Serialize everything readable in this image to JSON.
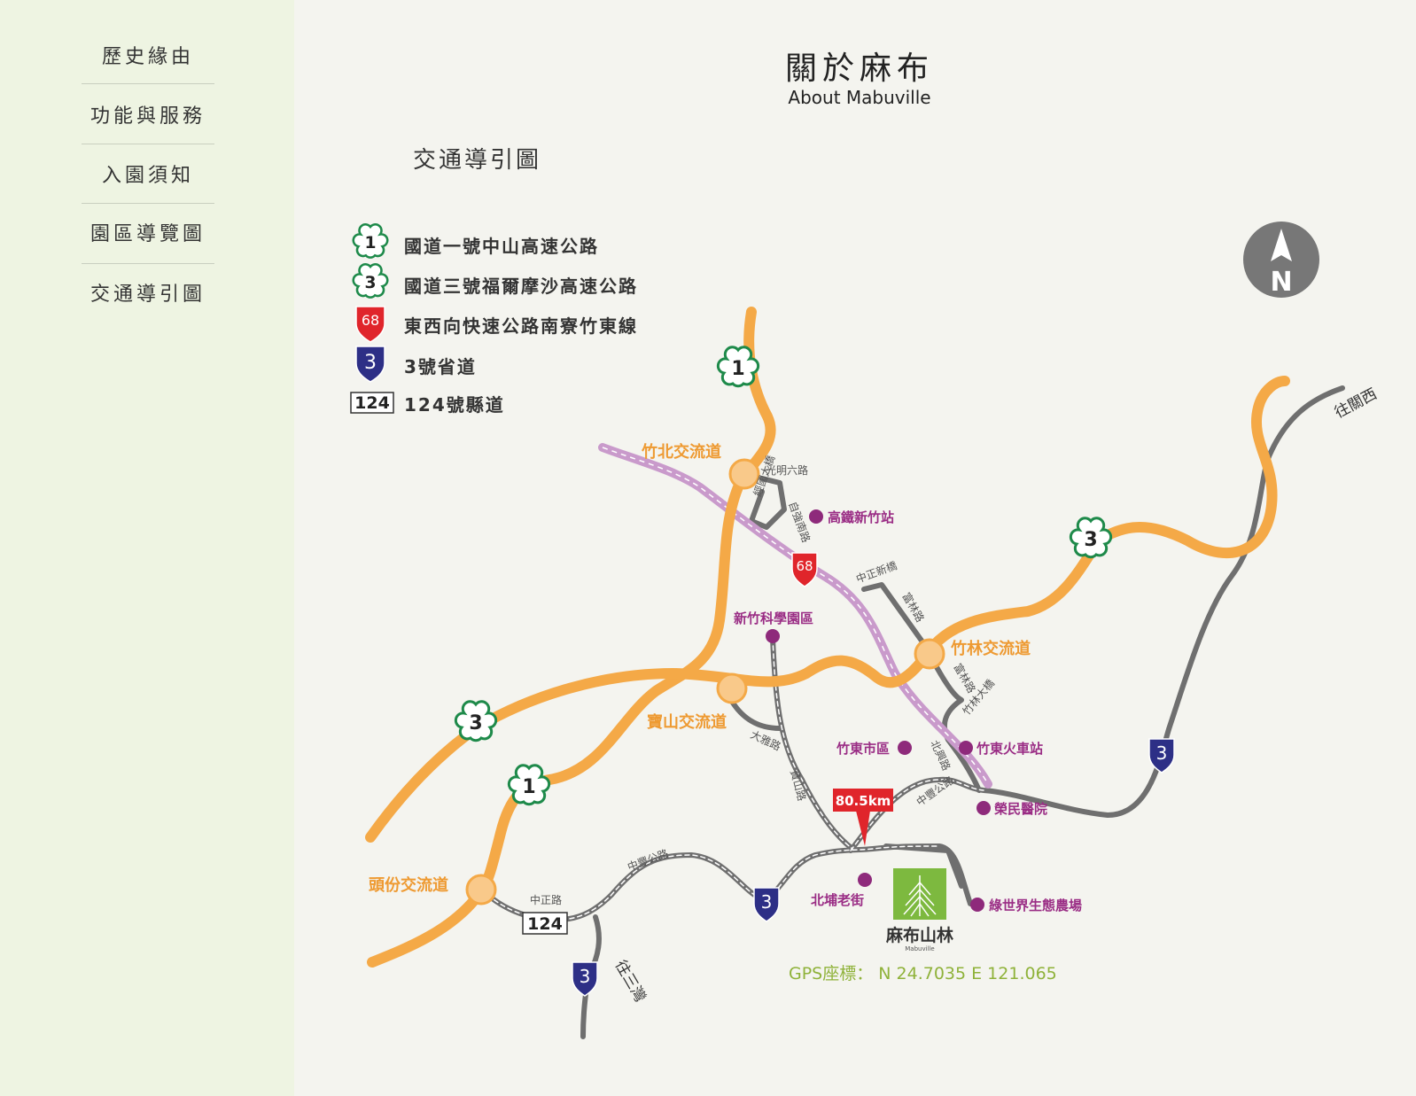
{
  "sidebar": {
    "items": [
      {
        "label": "歷史緣由"
      },
      {
        "label": "功能與服務"
      },
      {
        "label": "入園須知"
      },
      {
        "label": "園區導覽圖"
      },
      {
        "label": "交通導引圖"
      }
    ]
  },
  "header": {
    "title": "關於麻布",
    "subtitle": "About Mabuville"
  },
  "section_title": "交通導引圖",
  "legend": [
    {
      "badge": "1",
      "label": "國道一號中山高速公路"
    },
    {
      "badge": "3",
      "label": "國道三號福爾摩沙高速公路"
    },
    {
      "badge": "68",
      "label": "東西向快速公路南寮竹東線"
    },
    {
      "badge": "3",
      "label": "3號省道"
    },
    {
      "badge": "124",
      "label": "124號縣道"
    }
  ],
  "compass": {
    "label": "N"
  },
  "map": {
    "interchanges": {
      "zhubei": "竹北交流道",
      "baoshan": "寶山交流道",
      "zhulin": "竹林交流道",
      "toufen": "頭份交流道"
    },
    "places": {
      "hsr": "高鐵新竹站",
      "science_park": "新竹科學園區",
      "zhudong_city": "竹東市區",
      "zhudong_station": "竹東火車站",
      "veterans_hospital": "榮民醫院",
      "beipu": "北埔老街",
      "green_world": "綠世界生態農場"
    },
    "roads": {
      "guangming6": "光明六路",
      "ziqiang_s": "自強南路",
      "jingguo_bridge": "經國大橋",
      "zhongzheng_bridge": "中正新橋",
      "fulin_1": "富林路",
      "fulin_2": "富林路",
      "zhulin_bridge": "竹林大橋",
      "beixing": "北興路",
      "zhongfeng_1": "中豐公路",
      "zhongfeng_2": "中豐公路",
      "daya": "大雅路",
      "baoshan_rd": "寶山路",
      "zhongzheng_rd": "中正路"
    },
    "directions": {
      "guanxi": "往關西",
      "sanwan": "往三灣"
    },
    "distance_marker": "80.5km",
    "destination_name": "麻布山林",
    "destination_sub": "Mabuville",
    "gps": "GPS座標： N 24.7035 E 121.065"
  },
  "colors": {
    "freeway": "#f4a947",
    "interchange": "#f9c98a",
    "expressway": "#c99acb",
    "local_road": "#6f6f6f",
    "provincial_badge": "#2d2f86",
    "expressway_badge": "#e0252b",
    "place_dot": "#8e2a7b",
    "gps_text": "#8fb23a",
    "destination_green": "#7db93f"
  }
}
